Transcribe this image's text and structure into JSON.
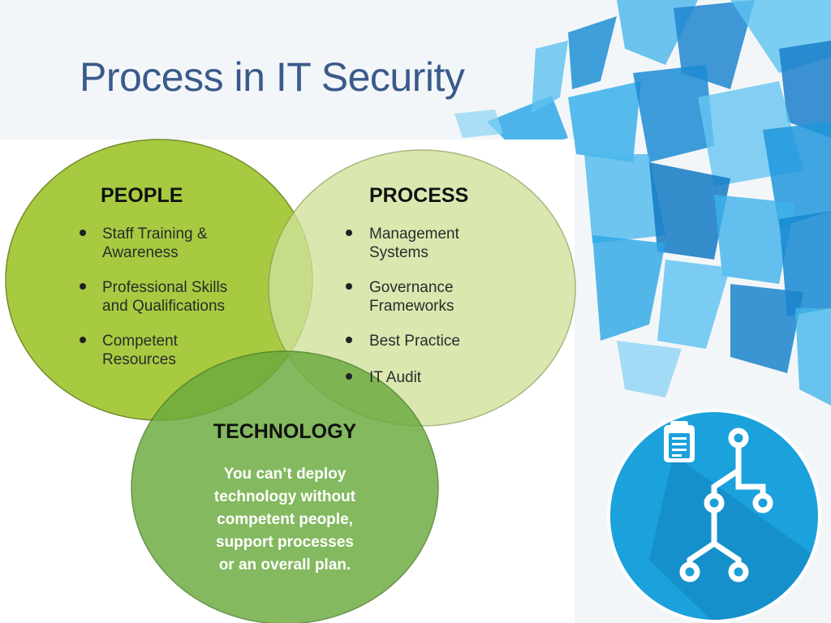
{
  "slide": {
    "title": "Process in IT Security"
  },
  "diagram": {
    "people": {
      "heading": "PEOPLE",
      "items": [
        [
          "Staff Training &",
          "Awareness"
        ],
        [
          "Professional Skills",
          "and Qualifications"
        ],
        [
          "Competent",
          "Resources"
        ]
      ]
    },
    "process": {
      "heading": "PROCESS",
      "items": [
        [
          "Management",
          "Systems"
        ],
        [
          "Governance",
          "Frameworks"
        ],
        [
          "Best Practice"
        ],
        [
          "IT Audit"
        ]
      ]
    },
    "technology": {
      "heading": "TECHNOLOGY",
      "lines": [
        "You can’t deploy",
        "technology without",
        "competent people,",
        "support processes",
        "or an overall plan."
      ]
    }
  },
  "colors": {
    "title": "#3a5a8a",
    "people_circle": "#a6c93a",
    "process_circle": "#d0e29a",
    "technology_circle": "#6aaa3e",
    "icon_circle": "#1ba1dc",
    "accent_blue": "#1ea7e4"
  },
  "icons": {
    "badge": "process-flow-icon",
    "clipboard": "clipboard-icon"
  }
}
